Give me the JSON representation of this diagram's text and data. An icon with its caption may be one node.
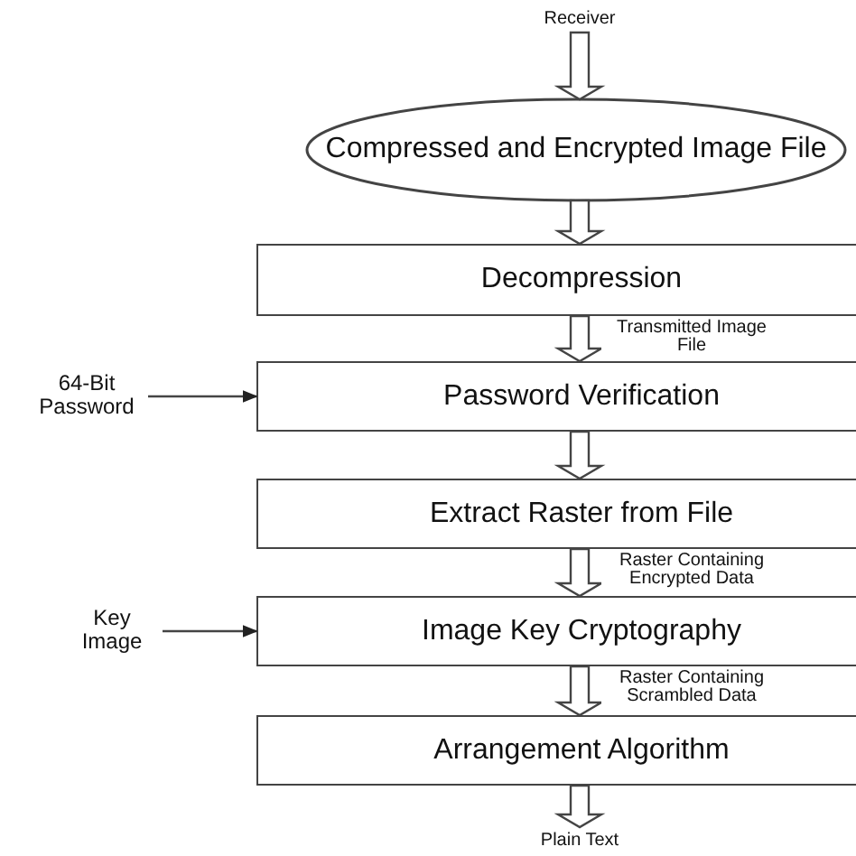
{
  "diagram": {
    "nodes": [
      {
        "text": [
          "Receiver"
        ]
      },
      {
        "text": [
          "Compressed and Encrypted Image File"
        ]
      },
      {
        "text": [
          "Decompression"
        ]
      },
      {
        "text": [
          "Password Verification"
        ]
      },
      {
        "text": [
          "Extract Raster from File"
        ]
      },
      {
        "text": [
          "Image Key Cryptography"
        ]
      },
      {
        "text": [
          "Arrangement Algorithm"
        ]
      },
      {
        "text": [
          "Plain Text"
        ]
      },
      {
        "text": [
          "64-Bit Password"
        ]
      },
      {
        "text": [
          "Key Image"
        ]
      }
    ],
    "edges": [
      {
        "from": 0,
        "to": 1,
        "arrow": "to"
      },
      {
        "from": 1,
        "to": 2,
        "arrow": "to"
      },
      {
        "from": 2,
        "to": 3,
        "arrow": "to",
        "label": "Transmitted Image File"
      },
      {
        "from": 3,
        "to": 4,
        "arrow": "to"
      },
      {
        "from": 4,
        "to": 5,
        "arrow": "to",
        "label": "Raster Containing Encrypted Data"
      },
      {
        "from": 5,
        "to": 6,
        "arrow": "to",
        "label": "Raster Containing Scrambled Data"
      },
      {
        "from": 6,
        "to": 7,
        "arrow": "to"
      },
      {
        "from": 8,
        "to": 3,
        "arrow": "to"
      },
      {
        "from": 9,
        "to": 5,
        "arrow": "to"
      }
    ]
  }
}
